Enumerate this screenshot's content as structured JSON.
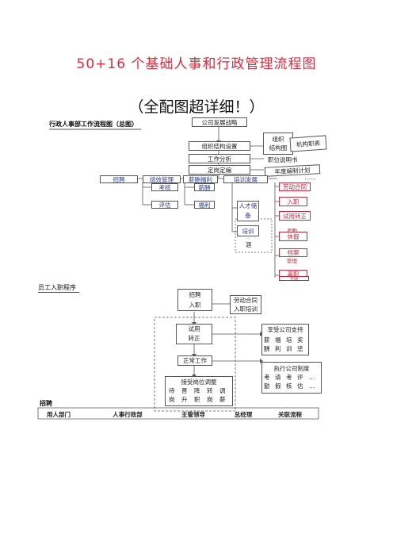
{
  "titles": {
    "main": "50+16 个基础人事和行政管理流程图",
    "sub": "（全配图超详细！）"
  },
  "section1": {
    "label": "行政人事部工作流程图（总图）",
    "top": {
      "strategy": "公司发展战略",
      "org_setup": "组织结构设置",
      "job_analysis": "工作分析",
      "post_fixing": "定岗定编",
      "org_chart_l1": "组织",
      "org_chart_l2": "结构图",
      "org_table": "机构职表",
      "job_desc": "职位说明书",
      "annual_plan": "年度编制计划"
    },
    "branch": {
      "recruit": "招聘",
      "perf_mgmt": "绩效管理",
      "salary_welfare": "薪酬福利",
      "training_dev": "培训发展",
      "ellipsis": "……",
      "assess": "考核",
      "evaluate": "评估",
      "salary": "薪酬",
      "welfare": "福利",
      "talent_l1": "人才储",
      "talent_l2": "备",
      "training_l1": "培训",
      "training_l2": "…",
      "mentor": "涯"
    },
    "right_col": {
      "labor_contract": "劳动合同",
      "onboard": "入职",
      "probation": "试用转正",
      "attendance_top": "考勤",
      "leave": "休假",
      "archive": "档案",
      "archive_sub": "管理",
      "resign": "离职",
      "resign_sub": "手续"
    }
  },
  "section2": {
    "label": "员工入职程序",
    "recruit_box": [
      "招聘",
      "入职"
    ],
    "contract_box": [
      "劳动合同",
      "入职培训"
    ],
    "probation_box": [
      "试用",
      "转正"
    ],
    "support_title": "享受公司支持",
    "support_cols": [
      [
        "薪",
        "酬"
      ],
      [
        "福",
        "利"
      ],
      [
        "培",
        "训"
      ],
      [
        "奖",
        "惩"
      ]
    ],
    "normal_work": "正常工作",
    "policy_title": "执行公司制度",
    "policy_cols": [
      [
        "考",
        "勤"
      ],
      [
        "请",
        "假"
      ],
      [
        "考",
        "核"
      ],
      [
        "评",
        "估"
      ],
      [
        "…",
        "…"
      ]
    ],
    "adjust_title": "接受岗位调整",
    "adjust_cols": [
      [
        "待",
        "岗"
      ],
      [
        "晋",
        "升"
      ],
      [
        "降",
        "职"
      ],
      [
        "转",
        "岗"
      ],
      [
        "调",
        "薪"
      ]
    ]
  },
  "section3": {
    "label": "招聘",
    "headers": [
      "用人部门",
      "人事行政部",
      "主管领导",
      "总经理",
      "关联流程"
    ]
  }
}
